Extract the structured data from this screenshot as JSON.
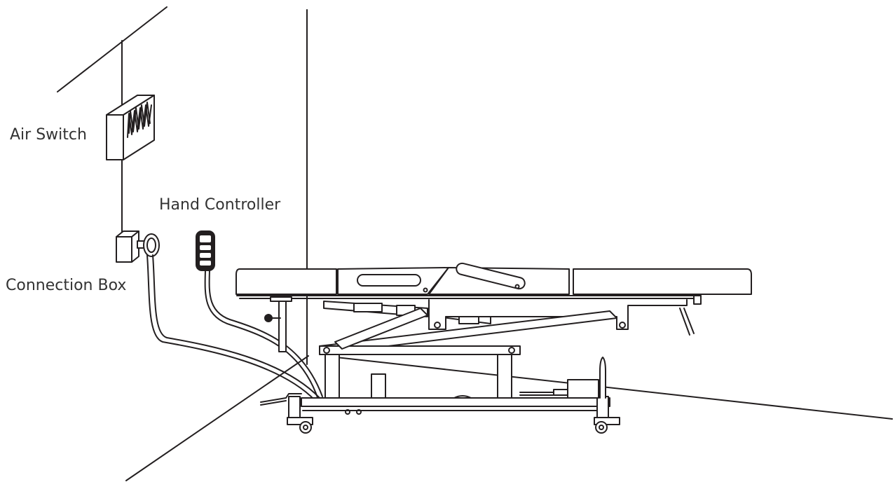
{
  "labels": {
    "air_switch": "Air Switch",
    "hand_controller": "Hand Controller",
    "connection_box": "Connection Box"
  },
  "colors": {
    "line": "#231f20",
    "label_text": "#333333",
    "background": "#ffffff"
  }
}
